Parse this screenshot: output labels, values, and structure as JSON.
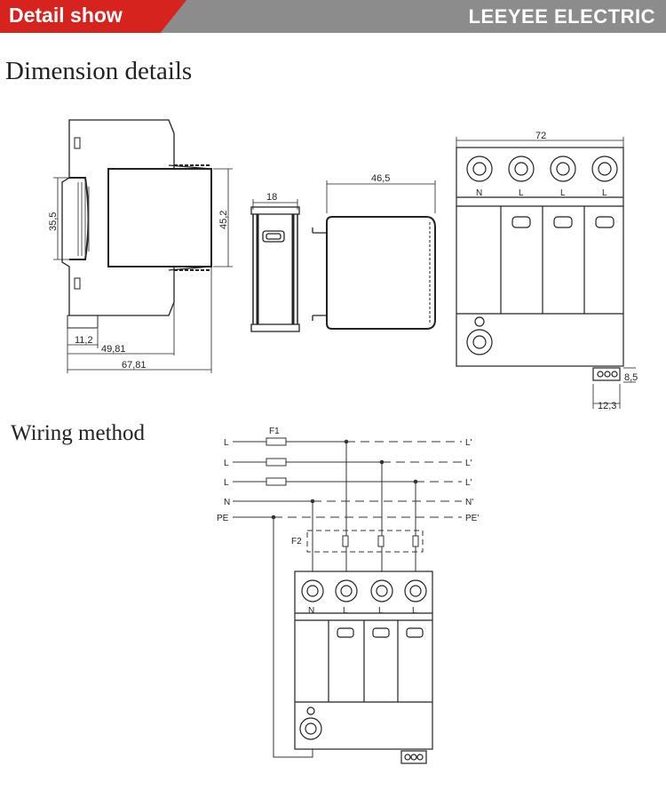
{
  "header": {
    "title": "Detail show",
    "brand": "LEEYEE ELECTRIC",
    "accent": "#d6231e",
    "bar_color": "#8c8c8c"
  },
  "sections": {
    "dimension_title": "Dimension details",
    "wiring_title": "Wiring method"
  },
  "dimensions": {
    "side_height_inner": "35,5",
    "side_height_outer": "45,2",
    "side_w_small": "11,2",
    "side_w_mid": "49,81",
    "side_w_total": "67,81",
    "module_width": "18",
    "depth": "46,5",
    "front_width": "72",
    "terminal_h": "8,5",
    "terminal_w": "12,3"
  },
  "front_labels": [
    "N",
    "L",
    "L",
    "L"
  ],
  "wiring": {
    "fuse1": "F1",
    "fuse2": "F2",
    "lines_left": [
      "L",
      "L",
      "L",
      "N",
      "PE"
    ],
    "lines_right": [
      "L'",
      "L'",
      "L'",
      "N'",
      "PE'"
    ],
    "module_labels": [
      "N",
      "L",
      "L",
      "L"
    ]
  }
}
